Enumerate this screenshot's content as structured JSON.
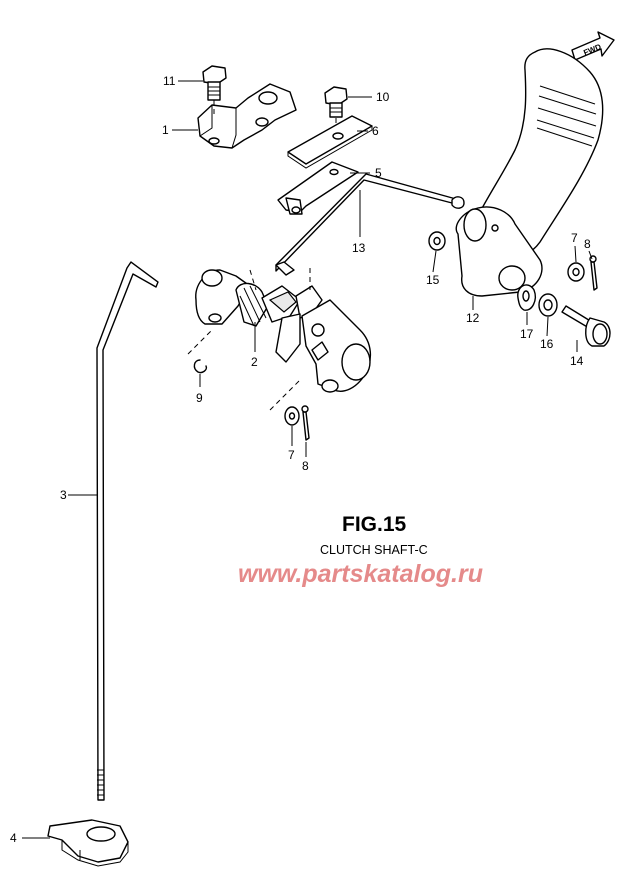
{
  "figure": {
    "title": "FIG.15",
    "subtitle": "CLUTCH SHAFT-C",
    "watermark": "www.partskatalog.ru",
    "fwd_label": "FWD"
  },
  "callouts": {
    "c1": "1",
    "c2": "2",
    "c3": "3",
    "c4": "4",
    "c5": "5",
    "c6": "6",
    "c7a": "7",
    "c7b": "7",
    "c8a": "8",
    "c8b": "8",
    "c9": "9",
    "c10": "10",
    "c11": "11",
    "c12": "12",
    "c13": "13",
    "c14": "14",
    "c15": "15",
    "c16": "16",
    "c17": "17"
  }
}
